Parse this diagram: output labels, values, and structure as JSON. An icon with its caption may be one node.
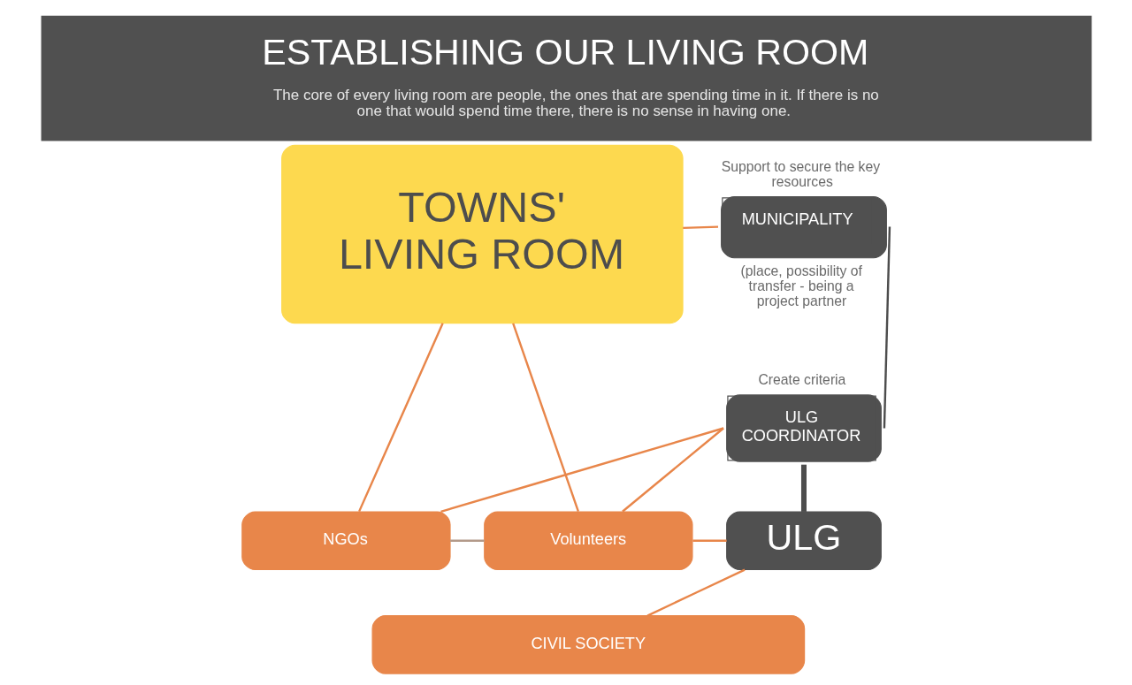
{
  "diagram": {
    "title": "ESTABLISHING OUR LIVING ROOM",
    "caption": "The core of every living room are people, the ones that are spending time in it. If there is no one that would spend time there, there is no sense in having one.",
    "nodes": [
      {
        "text": [
          "TOWNS' LIVING ROOM"
        ]
      },
      {
        "text": [
          "MUNICIPALITY"
        ],
        "beside": [
          "Support to secure the key resources",
          "(place, possibility of transfer - being a project partner"
        ]
      },
      {
        "text": [
          "ULG COORDINATOR"
        ],
        "beside": [
          "Create criteria"
        ]
      },
      {
        "text": [
          "ULG"
        ]
      },
      {
        "text": [
          "NGOs"
        ]
      },
      {
        "text": [
          "Volunteers"
        ]
      },
      {
        "text": [
          "CIVIL SOCIETY"
        ]
      }
    ],
    "edges": [
      {
        "from": 0,
        "to": 1,
        "arrow": "none"
      },
      {
        "from": 0,
        "to": 4,
        "arrow": "none"
      },
      {
        "from": 0,
        "to": 5,
        "arrow": "none"
      },
      {
        "from": 1,
        "to": 2,
        "arrow": "none",
        "color": "#4d4d4d"
      },
      {
        "from": 2,
        "to": 4,
        "arrow": "none"
      },
      {
        "from": 2,
        "to": 5,
        "arrow": "none"
      },
      {
        "from": 2,
        "to": 3,
        "arrow": "none",
        "style": "thick",
        "color": "#4d4d4d"
      },
      {
        "from": 4,
        "to": 5,
        "arrow": "none",
        "color": "#b39a8a"
      },
      {
        "from": 5,
        "to": 3,
        "arrow": "none"
      },
      {
        "from": 3,
        "to": 6,
        "arrow": "none"
      }
    ]
  }
}
